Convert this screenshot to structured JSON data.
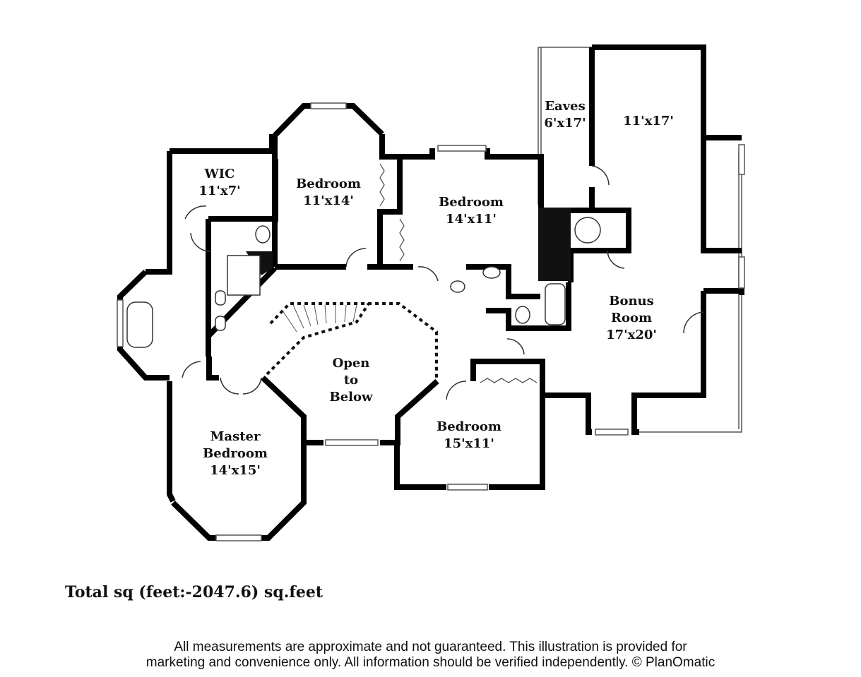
{
  "plan": {
    "rooms": [
      {
        "id": "wic",
        "lines": [
          "WIC",
          "11'x7'"
        ]
      },
      {
        "id": "bedroom-1",
        "lines": [
          "Bedroom",
          "11'x14'"
        ]
      },
      {
        "id": "bedroom-2",
        "lines": [
          "Bedroom",
          "14'x11'"
        ]
      },
      {
        "id": "eaves",
        "lines": [
          "Eaves",
          "6'x17'"
        ]
      },
      {
        "id": "storage",
        "lines": [
          "11'x17'"
        ]
      },
      {
        "id": "bonus-room",
        "lines": [
          "Bonus",
          "Room",
          "17'x20'"
        ]
      },
      {
        "id": "open-to-below",
        "lines": [
          "Open",
          "to",
          "Below"
        ]
      },
      {
        "id": "bedroom-3",
        "lines": [
          "Bedroom",
          "15'x11'"
        ]
      },
      {
        "id": "master-bedroom",
        "lines": [
          "Master",
          "Bedroom",
          "14'x15'"
        ]
      }
    ]
  },
  "footer": {
    "total": "Total sq (feet:-2047.6) sq.feet",
    "disclaimer_line1": "All measurements are approximate and not guaranteed. This illustration is provided for",
    "disclaimer_line2": "marketing and convenience only. All information should be verified independently. © PlanOmatic"
  }
}
